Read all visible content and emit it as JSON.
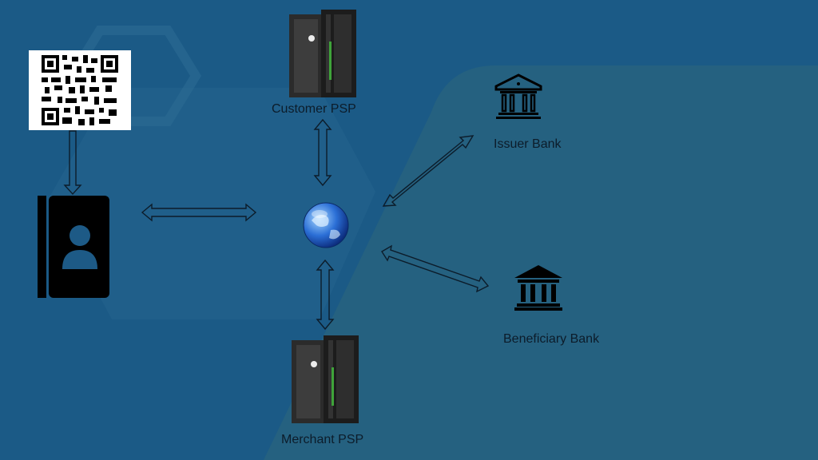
{
  "nodes": {
    "customer_psp": {
      "label": "Customer PSP"
    },
    "merchant_psp": {
      "label": "Merchant PSP"
    },
    "issuer_bank": {
      "label": "Issuer Bank"
    },
    "beneficiary_bank": {
      "label": "Beneficiary  Bank"
    },
    "network": {
      "icon": "globe-icon"
    },
    "qr_code": {
      "icon": "qr-code-icon"
    },
    "wallet": {
      "icon": "contact-book-icon"
    }
  },
  "colors": {
    "background": "#1d5a86",
    "background_light": "#2a6a8e",
    "ink": "#0c1c2a"
  }
}
